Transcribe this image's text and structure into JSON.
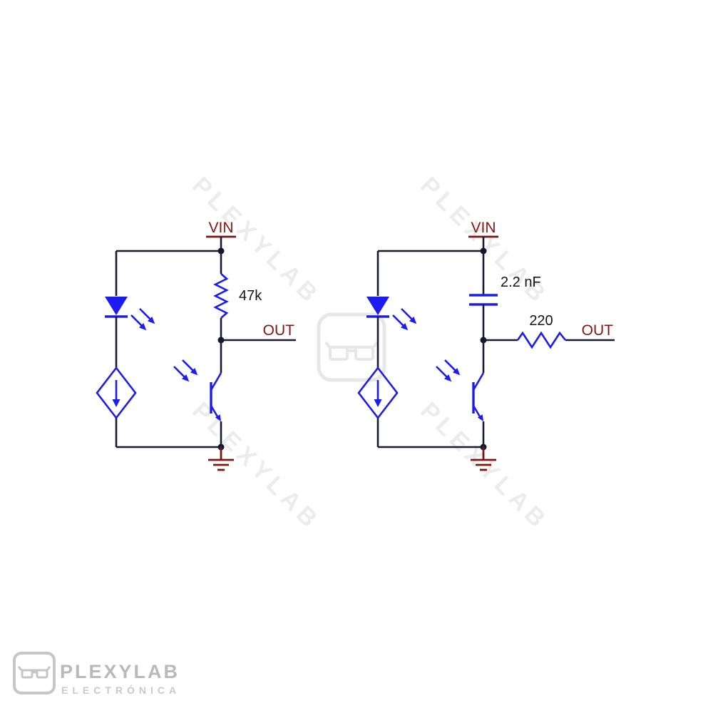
{
  "colors": {
    "background": "#ffffff",
    "component_blue": "#1c1cf0",
    "wire_dark": "#1a1a30",
    "net_label_maroon": "#801612",
    "value_black": "#141414",
    "watermark_gray": "#ececec",
    "logo_gray": "#b9b9b9"
  },
  "left_circuit": {
    "vin_label": "VIN",
    "resistor_value": "47k",
    "out_label": "OUT"
  },
  "right_circuit": {
    "vin_label": "VIN",
    "capacitor_value": "2.2 nF",
    "resistor_value": "220",
    "out_label": "OUT"
  },
  "watermark": {
    "text": "PLEXYLAB"
  },
  "logo": {
    "name": "PLEXYLAB",
    "subtitle": "ELECTRÓNICA"
  }
}
